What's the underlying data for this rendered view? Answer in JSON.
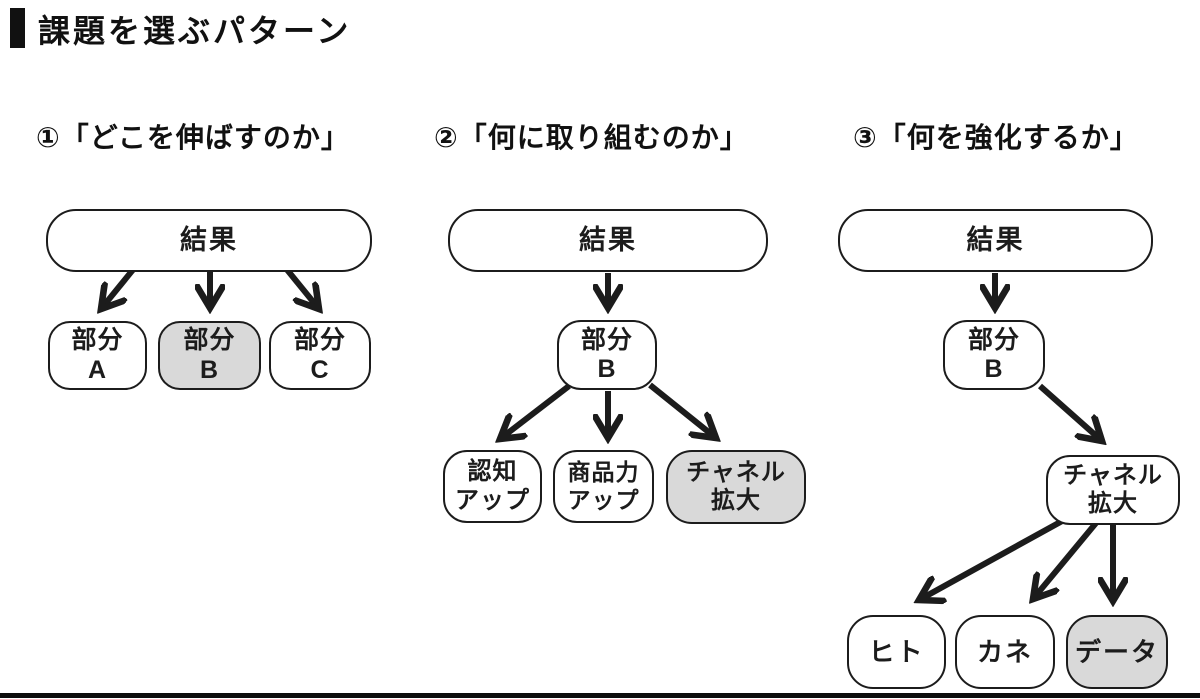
{
  "page": {
    "title": "課題を選ぶパターン"
  },
  "colors": {
    "line": "#1c1c1c",
    "shaded_fill": "#d9d9d9",
    "box_fill": "#ffffff",
    "background": "#ffffff"
  },
  "diagrams": [
    {
      "heading": "①「どこを伸ばすのか」",
      "root": "結果",
      "nodes": [
        {
          "lines": [
            "部分",
            "A"
          ],
          "shaded": false
        },
        {
          "lines": [
            "部分",
            "B"
          ],
          "shaded": true
        },
        {
          "lines": [
            "部分",
            "C"
          ],
          "shaded": false
        }
      ]
    },
    {
      "heading": "②「何に取り組むのか」",
      "root": "結果",
      "mid": {
        "lines": [
          "部分",
          "B"
        ],
        "shaded": false
      },
      "nodes": [
        {
          "lines": [
            "認知",
            "アップ"
          ],
          "shaded": false
        },
        {
          "lines": [
            "商品力",
            "アップ"
          ],
          "shaded": false
        },
        {
          "lines": [
            "チャネル",
            "拡大"
          ],
          "shaded": true
        }
      ]
    },
    {
      "heading": "③「何を強化するか」",
      "root": "結果",
      "mid": {
        "lines": [
          "部分",
          "B"
        ],
        "shaded": false
      },
      "mid2": {
        "lines": [
          "チャネル",
          "拡大"
        ],
        "shaded": false
      },
      "nodes": [
        {
          "lines": [
            "ヒト"
          ],
          "shaded": false
        },
        {
          "lines": [
            "カネ"
          ],
          "shaded": false
        },
        {
          "lines": [
            "データ"
          ],
          "shaded": true
        }
      ]
    }
  ]
}
